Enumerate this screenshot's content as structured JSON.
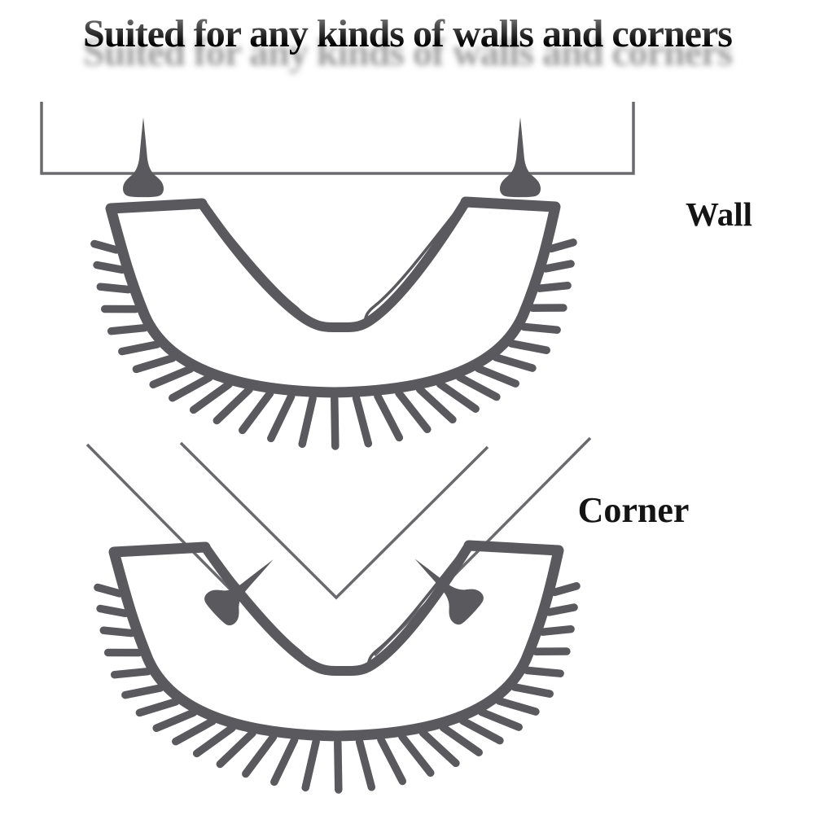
{
  "title": {
    "text": "Suited for any kinds of walls and corners"
  },
  "wall_section": {
    "label": "Wall"
  },
  "corner_section": {
    "label": "Corner"
  },
  "artwork": {
    "wall_pins": 2,
    "corner_pins": 2,
    "bristles_per_brush": 29
  },
  "colors": {
    "page-bg": "#ffffff",
    "artwork-thick": "#59595e",
    "artwork-thin": "#6a6a6e",
    "label-ink": "#141414",
    "title-top": "#8d8d8d",
    "title-bottom": "#000000",
    "title-shadow": "rgba(75,75,75,0.55)"
  }
}
